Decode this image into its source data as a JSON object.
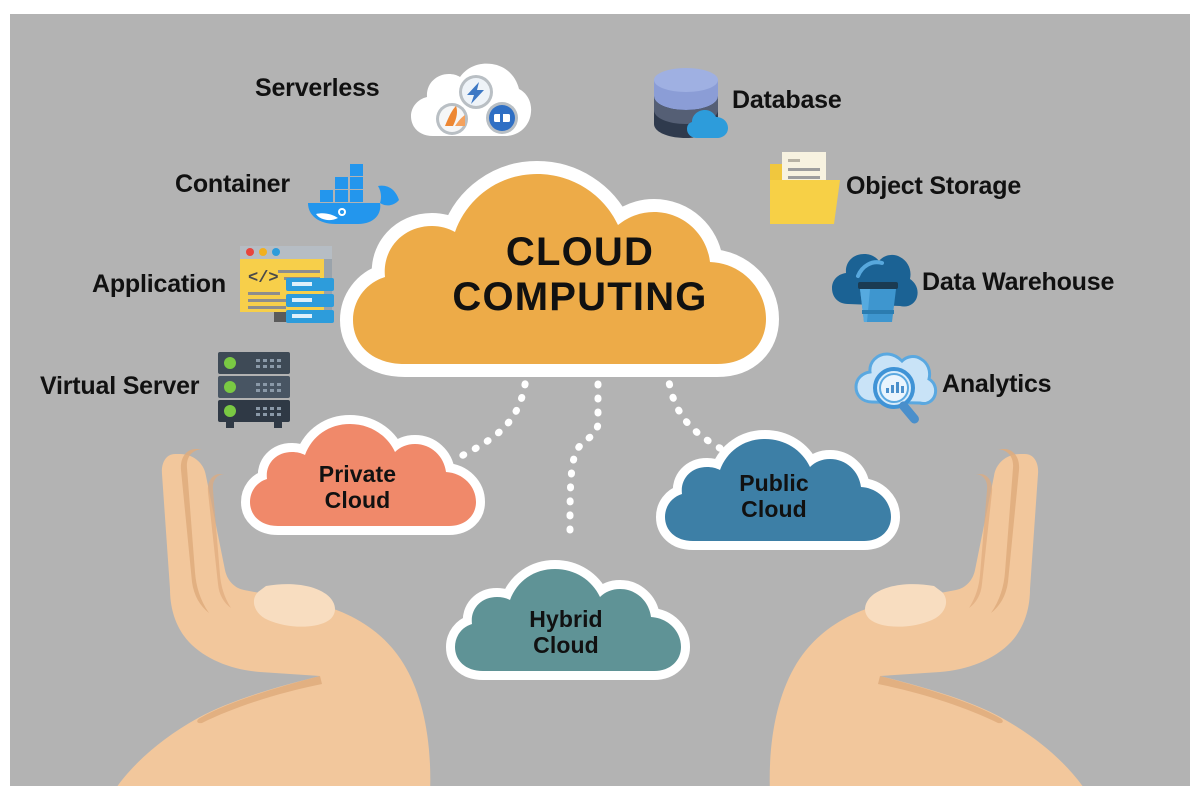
{
  "background": {
    "canvas_color": "#b3b3b3",
    "page_color": "#ffffff"
  },
  "main_cloud": {
    "label": "CLOUD\nCOMPUTING",
    "fill": "#edab48",
    "outline": "#ffffff",
    "text_color": "#111111"
  },
  "sub_clouds": [
    {
      "id": "private-cloud",
      "label": "Private\nCloud",
      "fill": "#f0896a",
      "outline": "#ffffff",
      "text_color": "#111111"
    },
    {
      "id": "hybrid-cloud",
      "label": "Hybrid\nCloud",
      "fill": "#5f9396",
      "outline": "#ffffff",
      "text_color": "#111111"
    },
    {
      "id": "public-cloud",
      "label": "Public\nCloud",
      "fill": "#3d7fa6",
      "outline": "#ffffff",
      "text_color": "#111111"
    }
  ],
  "left_items": [
    {
      "id": "serverless",
      "label": "Serverless",
      "icon": "serverless-cloud-icon"
    },
    {
      "id": "container",
      "label": "Container",
      "icon": "docker-whale-icon"
    },
    {
      "id": "application",
      "label": "Application",
      "icon": "code-window-icon"
    },
    {
      "id": "virtual-server",
      "label": "Virtual Server",
      "icon": "server-rack-icon"
    }
  ],
  "right_items": [
    {
      "id": "database",
      "label": "Database",
      "icon": "database-cylinder-icon"
    },
    {
      "id": "object-storage",
      "label": "Object Storage",
      "icon": "folder-document-icon"
    },
    {
      "id": "data-warehouse",
      "label": "Data Warehouse",
      "icon": "warehouse-bucket-cloud-icon"
    },
    {
      "id": "analytics",
      "label": "Analytics",
      "icon": "magnifier-cloud-icon"
    }
  ],
  "hands": {
    "skin": "#f2c79c",
    "shade": "#dfab7d",
    "nail": "#f8ddc0"
  },
  "connectors": {
    "color": "#ffffff",
    "style": "dotted",
    "count": 3
  },
  "palette": {
    "docker_blue": "#2396ed",
    "code_yellow": "#f7cf4a",
    "server_slate": "#3e4a56",
    "led_green": "#7ac943",
    "folder_yellow": "#f7d046",
    "warehouse_dark": "#1b6294",
    "warehouse_light": "#3e96cf",
    "analytics_blue": "#5aa8e0",
    "db_top": "#8b9dd6",
    "db_dark": "#2f3a4d"
  }
}
